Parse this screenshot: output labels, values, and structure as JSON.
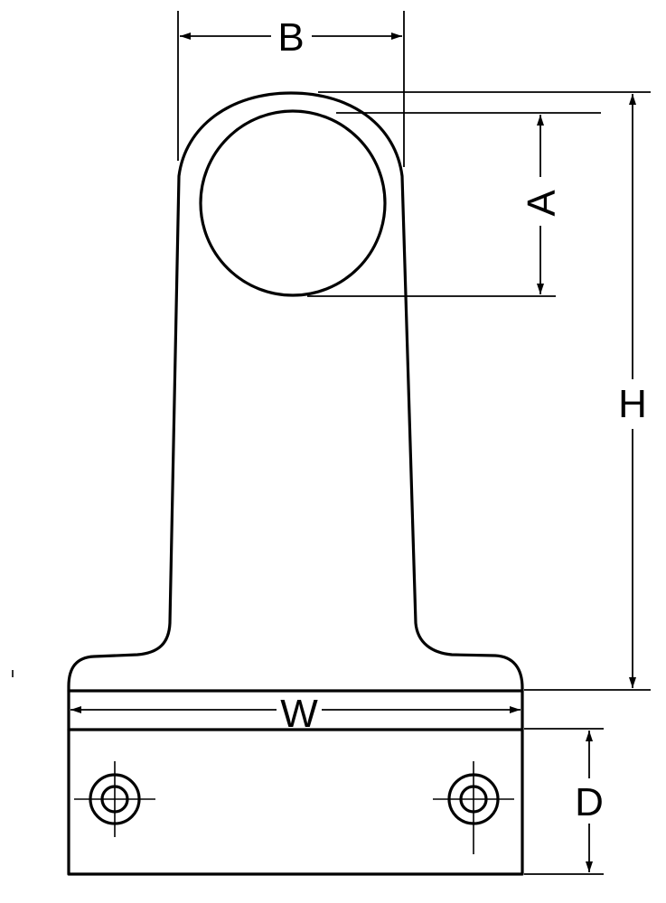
{
  "dimensions": {
    "b": "B",
    "a": "A",
    "h": "H",
    "w": "W",
    "d": "D"
  },
  "colors": {
    "line": "#000000",
    "background": "#ffffff"
  }
}
